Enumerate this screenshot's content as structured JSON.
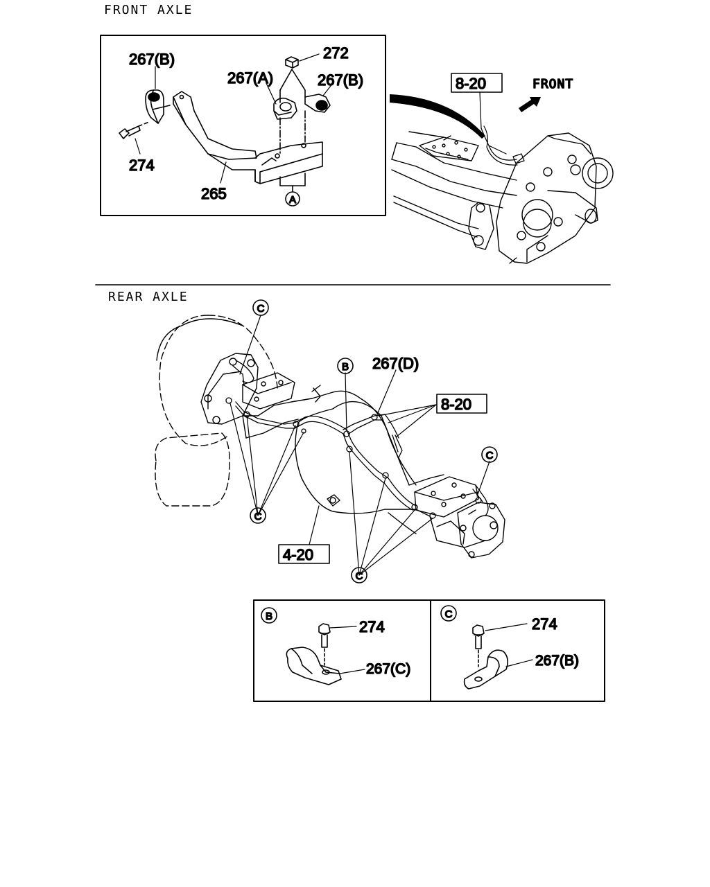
{
  "front_axle": {
    "title": "FRONT AXLE",
    "inset_labels": {
      "p267b_left": "267(B)",
      "p272": "272",
      "p267a": "267(A)",
      "p267b_right": "267(B)",
      "p274": "274",
      "p265": "265",
      "callout_a": "A"
    },
    "ref_820": "8-20",
    "front_arrow": "FRONT"
  },
  "rear_axle": {
    "title": "REAR AXLE",
    "callout_c": "C",
    "callout_b": "B",
    "p267d": "267(D)",
    "ref_820": "8-20",
    "ref_420": "4-20"
  },
  "detail_b": {
    "letter": "B",
    "p274": "274",
    "p267c": "267(C)"
  },
  "detail_c": {
    "letter": "C",
    "p274": "274",
    "p267b": "267(B)"
  }
}
